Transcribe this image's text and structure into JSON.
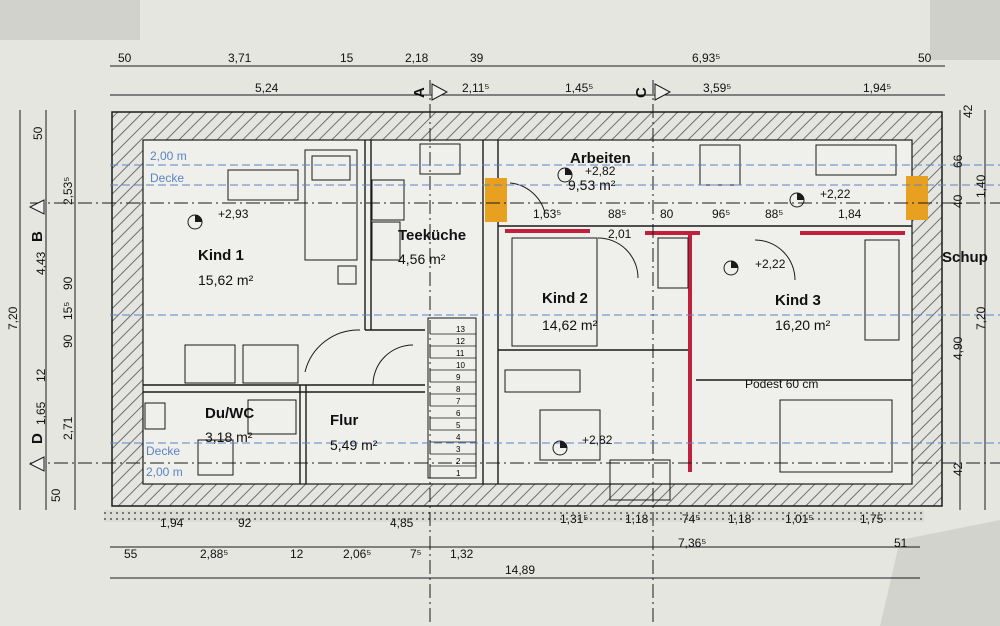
{
  "colors": {
    "paper": "#ecece8",
    "ink": "#1a1a1a",
    "wall_hatch": "#6f6f6f",
    "partition_red": "#c0203b",
    "ceiling_blue": "#5b84c4",
    "highlight_orange": "#e8a020"
  },
  "rooms": [
    {
      "name": "Kind 1",
      "area": "15,62 m²",
      "level": "+2,93"
    },
    {
      "name": "Teeküche",
      "area": "4,56 m²",
      "level": ""
    },
    {
      "name": "Arbeiten",
      "area": "9,53 m²",
      "level": "+2,82"
    },
    {
      "name": "Kind 2",
      "area": "14,62 m²",
      "level": ""
    },
    {
      "name": "Kind 3",
      "area": "16,20 m²",
      "level": "+2,22"
    },
    {
      "name": "Du/WC",
      "area": "3,18 m²",
      "level": ""
    },
    {
      "name": "Flur",
      "area": "5,49 m²",
      "level": ""
    }
  ],
  "levels_extra": [
    "+2,22",
    "+2,82"
  ],
  "annotations": {
    "podest": "Podest 60 cm",
    "neighbor": "Schup",
    "ceiling_top": "2,00 m",
    "ceiling_top_label": "Decke",
    "ceiling_bottom_label": "Decke",
    "ceiling_bottom": "2,00 m"
  },
  "section_markers": [
    "A",
    "C",
    "B",
    "D"
  ],
  "stairs": [
    "13",
    "12",
    "11",
    "10",
    "9",
    "8",
    "7",
    "6",
    "5",
    "4",
    "3",
    "2",
    "1"
  ],
  "dims_top_row1": [
    "50",
    "3,71",
    "15",
    "2,18",
    "39",
    "6,93⁵",
    "50"
  ],
  "dims_top_row2": [
    "5,24",
    "2,11⁵",
    "1,45⁵",
    "3,59⁵",
    "1,94⁵"
  ],
  "dims_inner": [
    "1,63⁵",
    "88⁵",
    "80",
    "96⁵",
    "88⁵",
    "1,84",
    "2,01"
  ],
  "dims_left": [
    "50",
    "2,53⁵",
    "4,43",
    "90",
    "15⁵",
    "90",
    "1,65",
    "12",
    "2,71",
    "50",
    "7,20"
  ],
  "dims_right": [
    "42",
    "66",
    "40",
    "1,40",
    "7,20",
    "4,90",
    "42"
  ],
  "dims_bottom_row1": [
    "1,94",
    "92",
    "4,85",
    "1,31⁵",
    "1,18",
    "74⁵",
    "1,18",
    "1,01⁵",
    "1,75"
  ],
  "dims_bottom_row2": [
    "55",
    "2,88⁵",
    "12",
    "2,06⁵",
    "7⁵",
    "1,32",
    "7,36⁵",
    "51"
  ],
  "dims_bottom_total": "14,89"
}
